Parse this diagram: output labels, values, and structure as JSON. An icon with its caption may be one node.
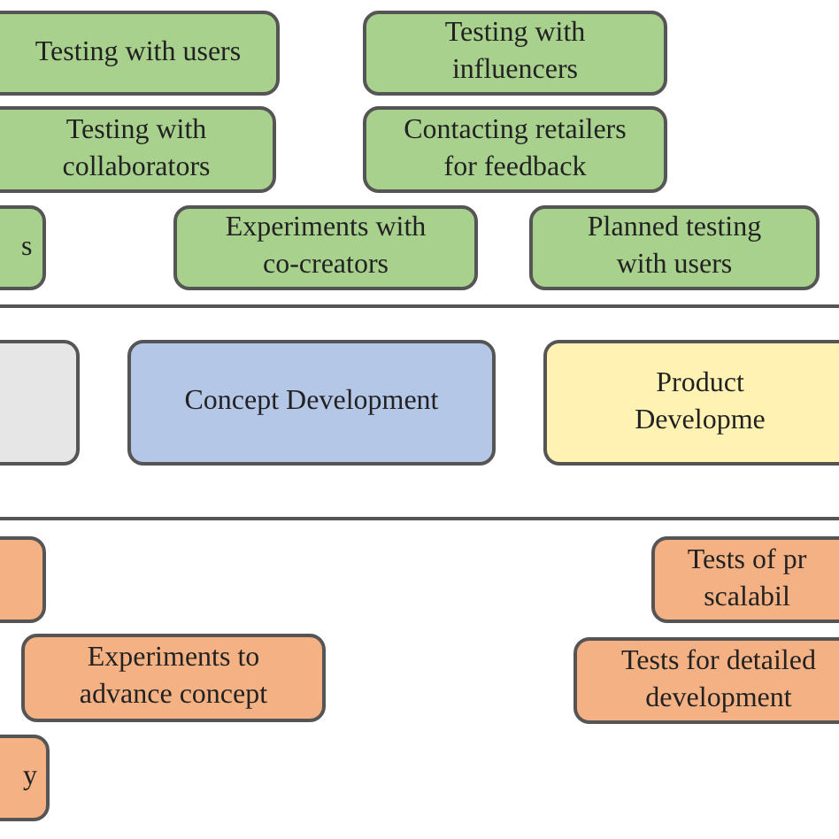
{
  "diagram": {
    "nodes": [
      {
        "text": [
          "Testing with users"
        ]
      },
      {
        "text": [
          "Testing with influencers"
        ]
      },
      {
        "text": [
          "Testing with collaborators"
        ]
      },
      {
        "text": [
          "Contacting retailers for feedback"
        ]
      },
      {
        "text": [
          "s"
        ]
      },
      {
        "text": [
          "Experiments with co-creators"
        ]
      },
      {
        "text": [
          "Planned testing with users"
        ]
      },
      {
        "text": [],
        "shape": "box"
      },
      {
        "text": [
          "Concept Development"
        ]
      },
      {
        "text": [
          "Product Developme"
        ]
      },
      {
        "text": [],
        "shape": "box"
      },
      {
        "text": [
          "Tests of pr scalabil"
        ]
      },
      {
        "text": [
          "Experiments to advance concept"
        ]
      },
      {
        "text": [
          "Tests for detailed development"
        ]
      },
      {
        "text": [
          "y"
        ]
      }
    ],
    "edges": []
  }
}
